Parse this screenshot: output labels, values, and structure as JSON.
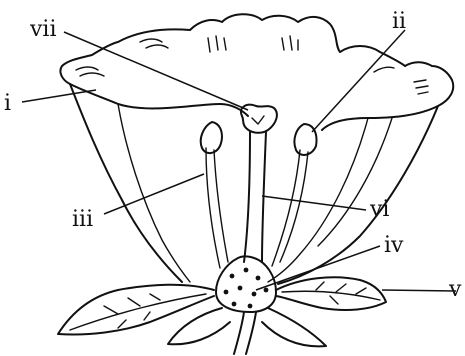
{
  "labels": {
    "i": "i",
    "ii": "ii",
    "iii": "iii",
    "iv": "iv",
    "v": "v",
    "vi": "vi",
    "vii": "vii"
  }
}
